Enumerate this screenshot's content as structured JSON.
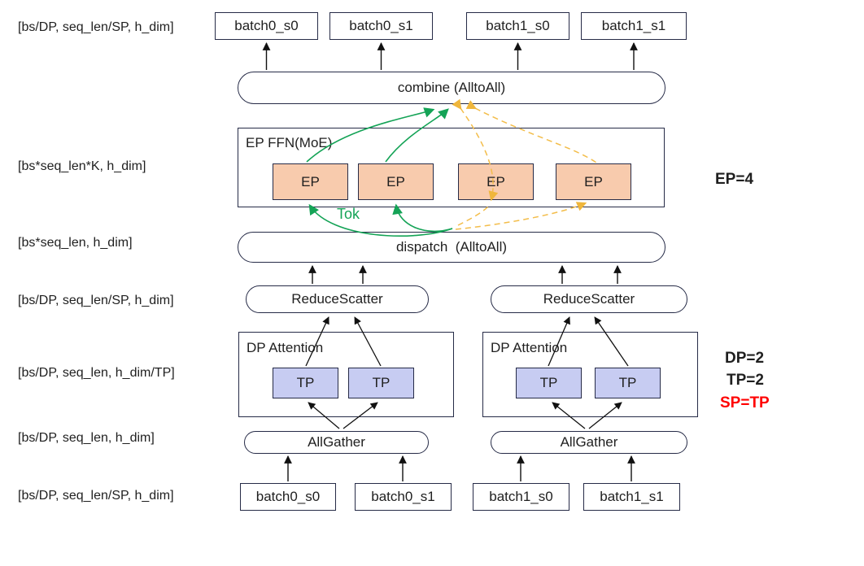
{
  "left_labels": [
    "[bs/DP, seq_len/SP, h_dim]",
    "[bs*seq_len*K, h_dim]",
    "[bs*seq_len, h_dim]",
    "[bs/DP, seq_len/SP, h_dim]",
    "[bs/DP, seq_len, h_dim/TP]",
    "[bs/DP, seq_len, h_dim]",
    "[bs/DP, seq_len/SP, h_dim]"
  ],
  "right_labels": {
    "ep": "EP=4",
    "dp": "DP=2",
    "tp": "TP=2",
    "sp": "SP=TP"
  },
  "top_batches": [
    "batch0_s0",
    "batch0_s1",
    "batch1_s0",
    "batch1_s1"
  ],
  "bottom_batches": [
    "batch0_s0",
    "batch0_s1",
    "batch1_s0",
    "batch1_s1"
  ],
  "nodes": {
    "combine": "combine (AlltoAll)",
    "dispatch": "dispatch  (AlltoAll)",
    "ep_ffn_title": "EP FFN(MoE)",
    "dp_attention": [
      "DP Attention",
      "DP Attention"
    ],
    "reduce_scatter": [
      "ReduceScatter",
      "ReduceScatter"
    ],
    "all_gather": [
      "AllGather",
      "AllGather"
    ],
    "ep_units": [
      "EP",
      "EP",
      "EP",
      "EP"
    ],
    "tp_units": [
      "TP",
      "TP",
      "TP",
      "TP"
    ],
    "tok_label": "Tok"
  },
  "colors": {
    "ep_fill": "#F8CBAD",
    "tp_fill": "#C7CCF2",
    "box_border": "#262B47",
    "green_arrow": "#14A356",
    "orange_arrow": "#F3BD4A",
    "black_arrow": "#111111",
    "sp_label_red": "#FF0000",
    "text": "#1F1F1F"
  }
}
